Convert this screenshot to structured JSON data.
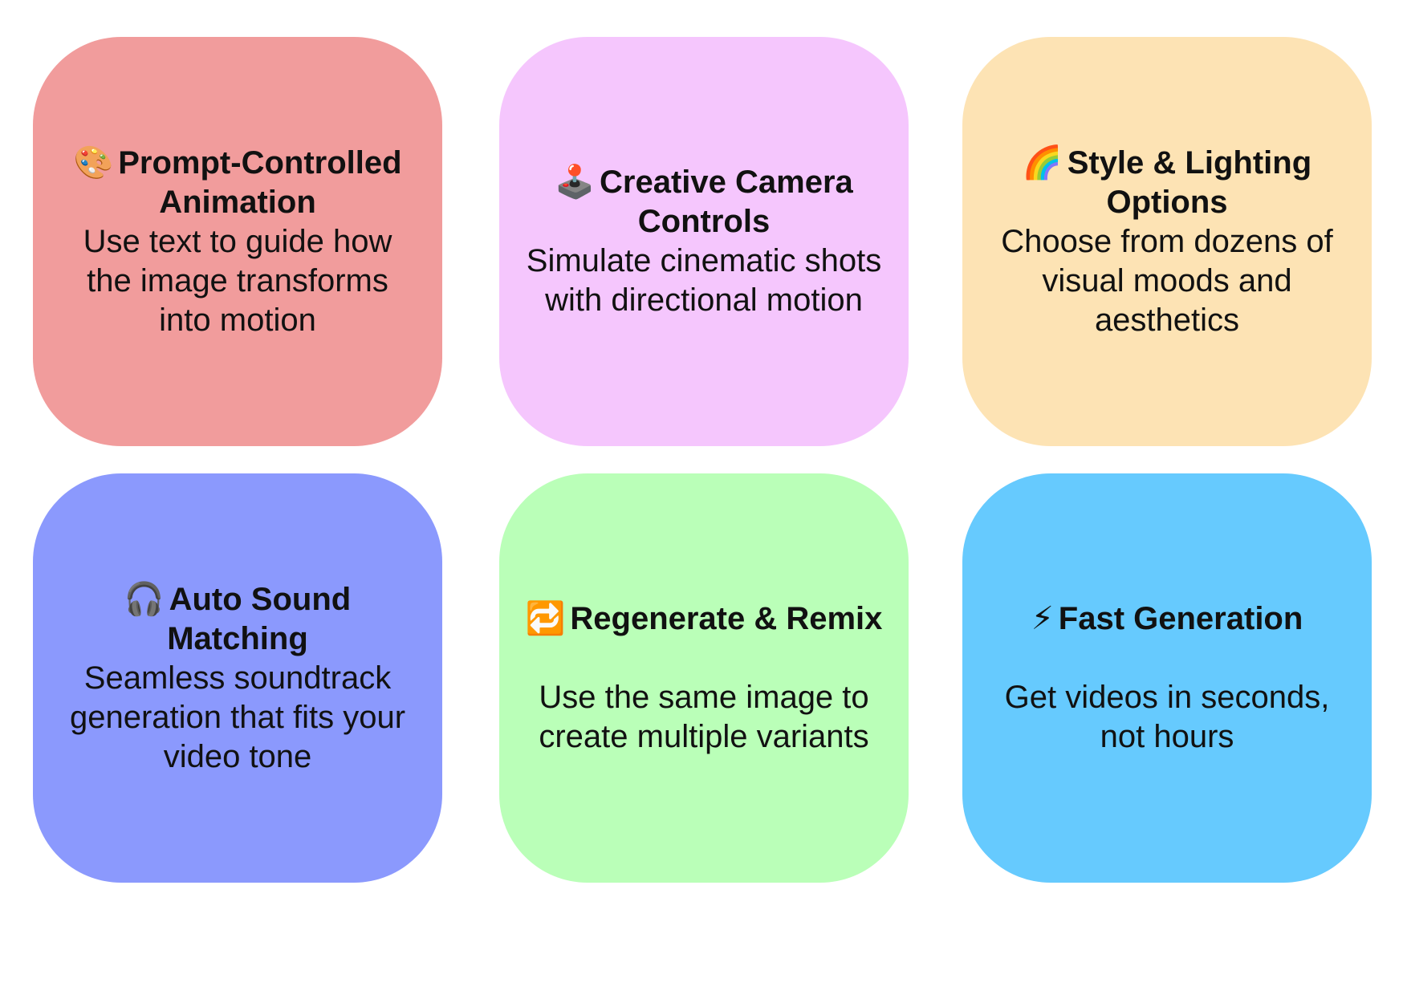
{
  "cards": [
    {
      "icon": "🎨",
      "icon_name": "palette-icon",
      "title": "Prompt-Controlled Animation",
      "description": "Use text to guide how the image transforms into motion",
      "color": "#f19c9c"
    },
    {
      "icon": "🕹️",
      "icon_name": "joystick-icon",
      "title": "Creative Camera Controls",
      "description": "Simulate cinematic shots with directional motion",
      "color": "#f5c6fd"
    },
    {
      "icon": "🌈",
      "icon_name": "rainbow-icon",
      "title": "Style & Lighting Options",
      "description": "Choose from dozens of visual moods and aesthetics",
      "color": "#fde3b4"
    },
    {
      "icon": "🎧",
      "icon_name": "headphones-icon",
      "title": "Auto Sound Matching",
      "description": "Seamless soundtrack generation that fits your video tone",
      "color": "#8b99fd"
    },
    {
      "icon": "🔁",
      "icon_name": "repeat-icon",
      "title": "Regenerate & Remix",
      "description": "Use the same image to create multiple variants",
      "color": "#baffb8"
    },
    {
      "icon": "⚡",
      "icon_name": "lightning-icon",
      "title": "Fast Generation",
      "description": "Get videos in seconds, not hours",
      "color": "#66cafe"
    }
  ]
}
